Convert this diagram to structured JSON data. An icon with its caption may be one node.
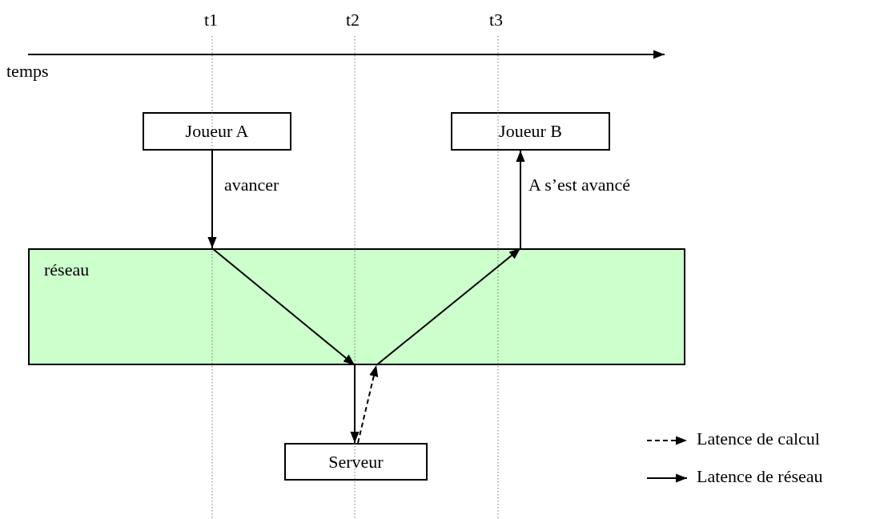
{
  "diagram": {
    "nodes": [
      {
        "text": [
          "Joueur A"
        ]
      },
      {
        "text": [
          "Joueur B"
        ]
      },
      {
        "text": [
          "réseau"
        ]
      },
      {
        "text": [
          "Serveur"
        ]
      }
    ],
    "edges": [
      {
        "from": 0,
        "to": 2,
        "arrow": "to",
        "label": "avancer"
      },
      {
        "from": 2,
        "to": 2,
        "arrow": "to"
      },
      {
        "from": 2,
        "to": 3,
        "arrow": "to"
      },
      {
        "from": 3,
        "to": 2,
        "arrow": "to",
        "style": "dashed"
      },
      {
        "from": 2,
        "to": 2,
        "arrow": "to"
      },
      {
        "from": 2,
        "to": 1,
        "arrow": "to",
        "label": "A s’est avancé"
      }
    ],
    "labels": [
      "t1",
      "t2",
      "t3",
      "temps"
    ],
    "legend": [
      {
        "text": "Latence de calcul"
      },
      {
        "text": "Latence de réseau"
      }
    ]
  }
}
